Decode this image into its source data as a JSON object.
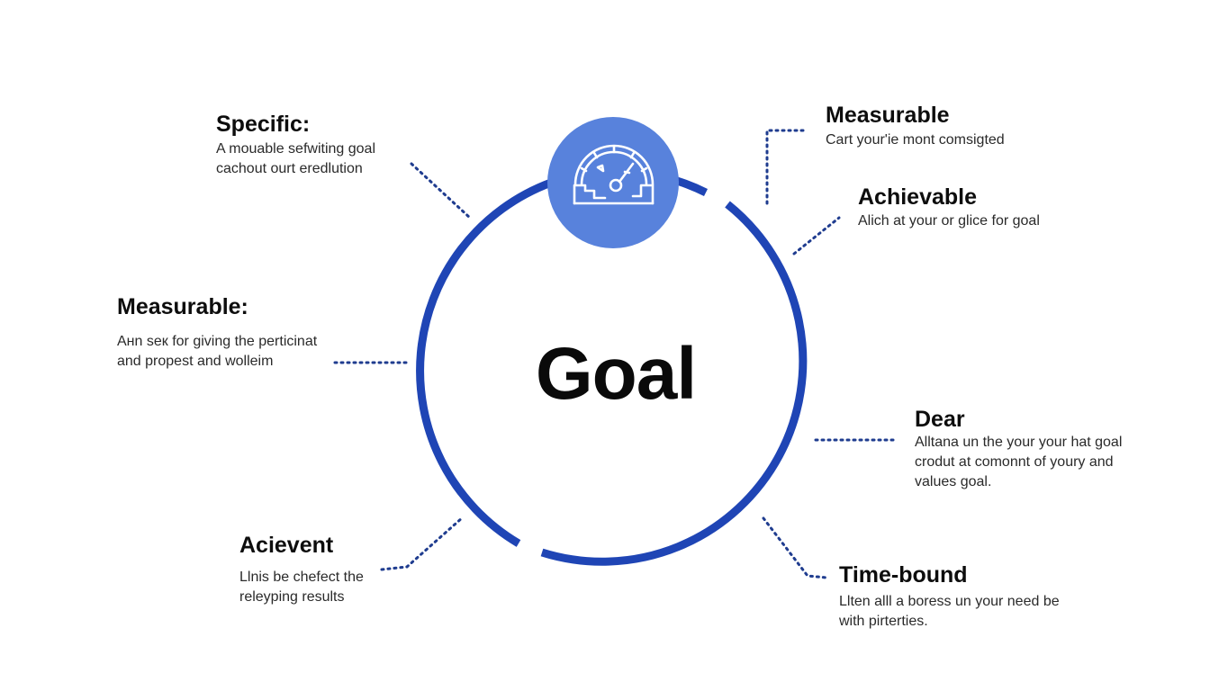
{
  "center": {
    "title": "Goal",
    "icon": "gauge-icon"
  },
  "colors": {
    "ring": "#1f45b5",
    "dots": "#1f3c8f",
    "badge": "#5882dc",
    "icon_stroke": "#ffffff"
  },
  "items": [
    {
      "title": "Specific:",
      "lines": [
        "A mouable sefwiting goal",
        "cachout ourt eredlution"
      ]
    },
    {
      "title": "Measurable:",
      "lines": [
        "Aнn seк for giving the perticinat",
        "and propest and wolleim"
      ]
    },
    {
      "title": "Acievent",
      "lines": [
        "Llnis be chefect the",
        "releyping results"
      ]
    },
    {
      "title": "Measurable",
      "lines": [
        "Cart your'ie mont comsigted"
      ]
    },
    {
      "title": "Achievable",
      "lines": [
        "Alich at your or glice for goal"
      ]
    },
    {
      "title": "Dear",
      "lines": [
        "Alltana un the your your hat goal",
        "crodut at comonnt of youry and",
        "values goal."
      ]
    },
    {
      "title": "Time-bound",
      "lines": [
        "Llten alll a boress un уour need be",
        "with pirtertіes."
      ]
    }
  ]
}
